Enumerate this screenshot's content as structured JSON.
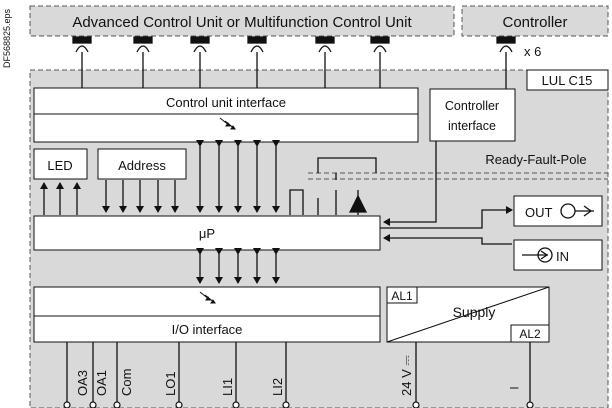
{
  "image_id_text": "DF568825.eps",
  "top": {
    "control_unit_bus": "Advanced Control Unit or Multifunction Control Unit",
    "controller_bus": "Controller"
  },
  "multiplier": "x 6",
  "module_name": "LUL C15",
  "blocks": {
    "control_unit_interface": "Control unit interface",
    "controller_interface_line1": "Controller",
    "controller_interface_line2": "interface",
    "ready_fault_pole": "Ready-Fault-Pole",
    "led": "LED",
    "address": "Address",
    "microprocessor": "μP",
    "io_interface": "I/O interface",
    "supply": "Supply",
    "al1": "AL1",
    "al2": "AL2",
    "out": "OUT",
    "in": "IN"
  },
  "terminals": [
    "OA3",
    "OA1",
    "Com",
    "LO1",
    "LI1",
    "LI2",
    "24 V ⎓",
    "–"
  ],
  "colors": {
    "panel": "#d9d9d9",
    "block": "#ffffff",
    "stroke": "#111111",
    "dash": "#555555"
  }
}
